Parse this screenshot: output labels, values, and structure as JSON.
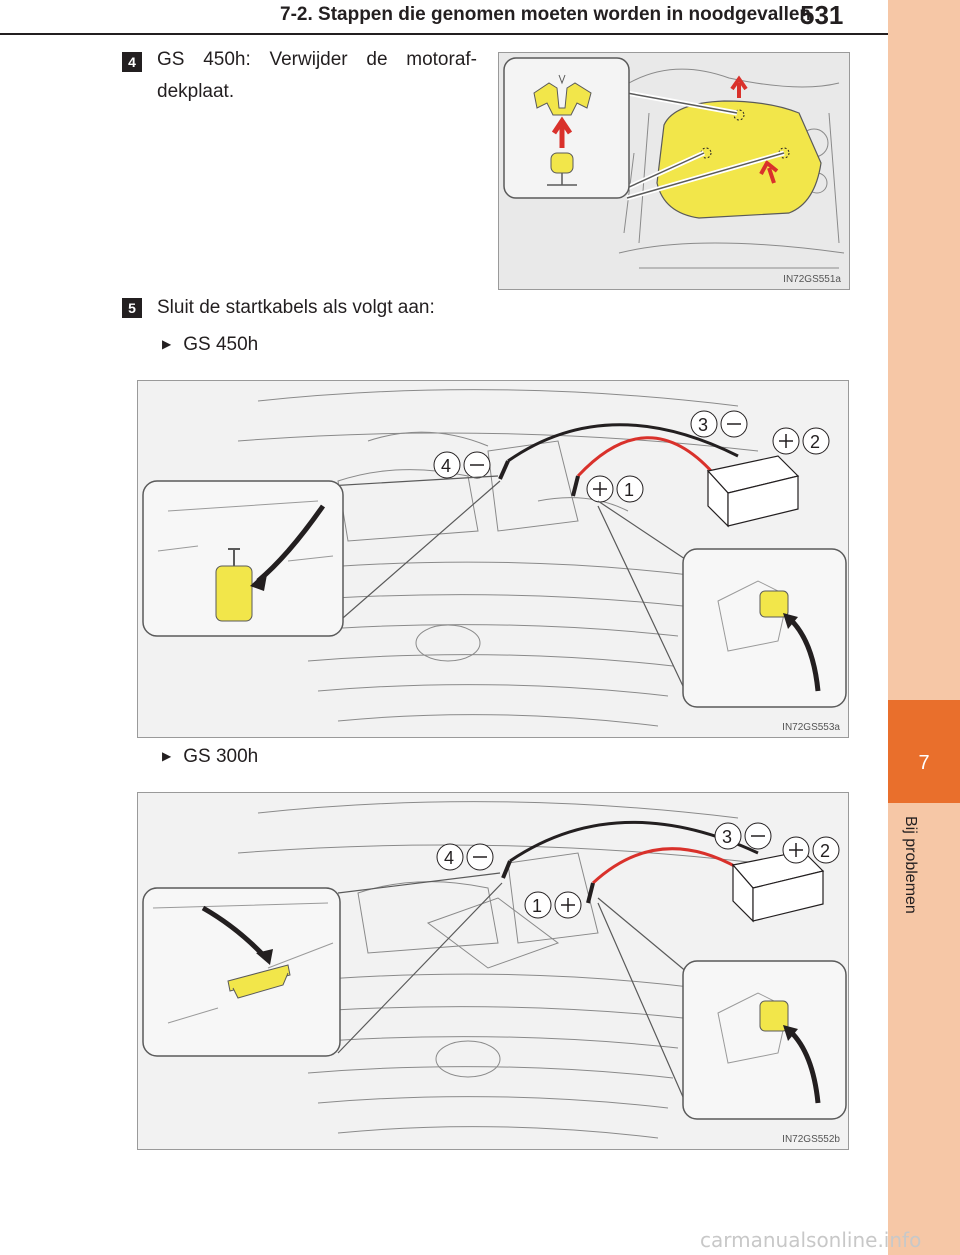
{
  "header": {
    "title": "7-2. Stappen die genomen moeten worden in noodgevallen",
    "page_number": "531"
  },
  "side_tab": {
    "chapter_number": "7",
    "chapter_label": "Bij problemen"
  },
  "steps": [
    {
      "number": "4",
      "text": "GS 450h: Verwijder de motoraf-dekplaat."
    },
    {
      "number": "5",
      "text": "Sluit de startkabels als volgt aan:"
    }
  ],
  "bullets": [
    {
      "text": "GS 450h"
    },
    {
      "text": "GS 300h"
    }
  ],
  "figures": [
    {
      "code": "IN72GS551a"
    },
    {
      "code": "IN72GS553a",
      "labels": [
        "1",
        "2",
        "3",
        "4"
      ]
    },
    {
      "code": "IN72GS552b",
      "labels": [
        "1",
        "2",
        "3",
        "4"
      ]
    }
  ],
  "footer": {
    "watermark": "carmanualsonline.info"
  },
  "colors": {
    "accent_orange": "#e96f2c",
    "tab_peach": "#f6c7a6",
    "highlight_yellow": "#f2e64a",
    "arrow_red": "#d9312b",
    "cable_red": "#d9312b",
    "cable_black": "#231f20"
  }
}
